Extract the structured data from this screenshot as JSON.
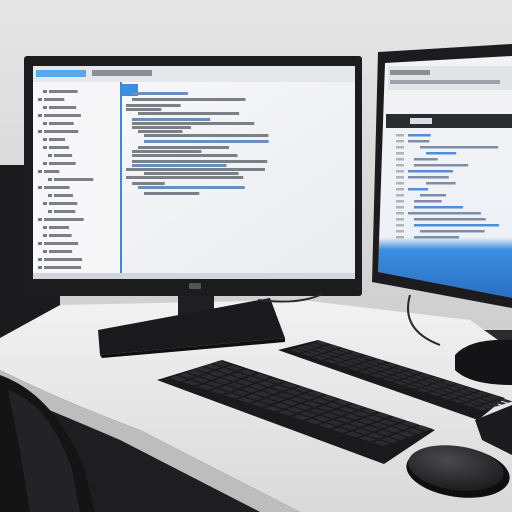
{
  "scene": {
    "description_tags": [
      "dual-monitor-workstation",
      "desk",
      "keyboards",
      "mouse",
      "office-chair"
    ],
    "colors": {
      "wall": "#dcdcdc",
      "desk": "#ebebeb",
      "bezel": "#1c1c1e",
      "screen_bg": "#f4f4f6",
      "accent_blue": "#2f7fd6",
      "code_text": "#6b6f78",
      "keyboard": "#1a1a1c",
      "mouse": "#222225",
      "chair": "#151516",
      "floor_shadow": "#1e1e20"
    },
    "icons": [
      "monitor-logo-icon"
    ]
  }
}
